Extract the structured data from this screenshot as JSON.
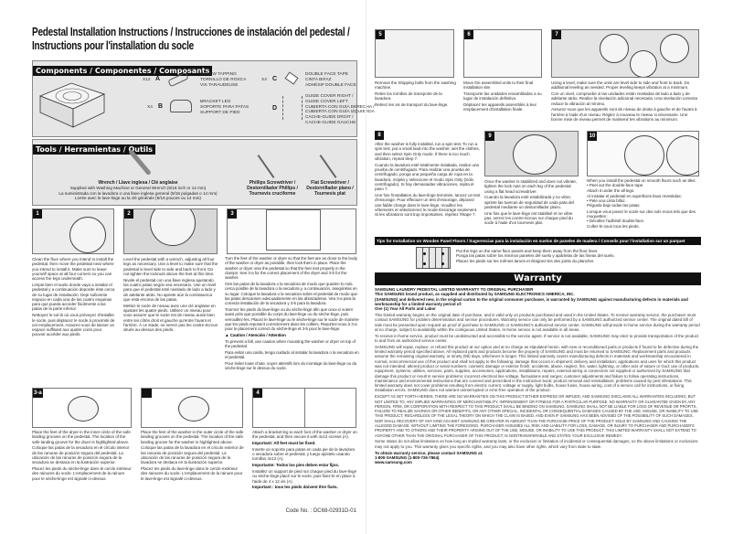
{
  "title": "Pedestal Installation Instructions / Instrucciones de instalación del pedestal / Instructions pour l'installation du socle",
  "components": {
    "header": "Components / Componentes / Composants",
    "items": [
      {
        "qty": "X12",
        "letter": "A",
        "lines": [
          "SCREW TAPPING",
          "TORNILLO DE ROSCA",
          "VIS TARAUDEUSE"
        ]
      },
      {
        "qty": "X4",
        "letter": "B",
        "lines": [
          "BRACKET LEG",
          "SOPORTE PARA PATAS",
          "SUPPORT DE PIED"
        ]
      },
      {
        "qty": "X4",
        "letter": "C",
        "lines": [
          "DOUBLE FACE TAPE",
          "CINTA BIFAZ",
          "ADHÉSIF DOUBLE FACE"
        ]
      },
      {
        "qty": "",
        "letter": "D",
        "lines": [
          "GUIDE COVER RIGHT /",
          "GUIDE COVER LEFT",
          "CUBIERTA CON GUÍA DERECHA /",
          "CUBIERTA CON GUÍA IZQUIERDA",
          "CACHE-GUIDE DROIT /",
          "CACHE-GUIDE GAUCHE"
        ]
      }
    ]
  },
  "tools": {
    "header": "Tools / Herramientas / Outils",
    "wrench": {
      "name": "Wrench / Llave inglesa / Clé anglaise",
      "lines": [
        "Supplied with Washing Machine or General Wrench (9/16 inch or 14 mm)",
        "La suministrada con la lavadora o una llave inglesa general (9/16 pulgadas o 14 mm)",
        "Livrée avec le lave-linge ou la clé générale (9/16 pouces ou 14 mm)"
      ]
    },
    "phillips": "Phillips Screwdriver / Destornillador Phillips / Tournevis cruciforme",
    "flat": "Flat Screwdriver / Destornillador plano / Tournevis plat"
  },
  "steps": {
    "s1": {
      "num": "1",
      "text": [
        "Clean the floor where you intend to install the pedestal, then move the pedestal near where you intend to install it. Make sure to leave yourself space at all four corners so you can access the legs underneath.",
        "Limpie bien el suelo donde vaya a instalar el pedestal y a continuación deposite éste cerca de su lugar de instalación. Deje suficiente espacio en cada una de las cuatro esquinas para que pueda acceder fácilmente a las patas de la parte inferior.",
        "Nettoyez le sol là où vous prévoyez d'installer le socle, puis déplacez le socle à proximité de cet emplacement. Assurez-vous de laisser un espace suffisant aux quatre coins pour pouvoir accéder aux pieds."
      ]
    },
    "s2": {
      "num": "2",
      "text": [
        "Level the pedestal with a wrench, adjusting all four legs as necessary. Use a level to make sure that the pedestal is level side to side and back to front. Do not tighten the locknuts above the feet at this time.",
        "Nivele el pedestal con una llave inglesa ajustando las cuatro patas según sea necesario. Use un nivel para que el pedestal esté nivelado de lado a lado y de adelante atrás. No apriete aún la contratuerca que está encima de las patas.",
        "Mettez le socle de niveau avec une clé anglaise en ajustant les quatre pieds. Utilisez un niveau pour vous assurer que le socle est de niveau aussi bien entre les côtés droit et gauche qu'entre l'avant et l'arrière. À ce stade, ne serrez pas les contre-écrous situés au-dessus des pieds."
      ]
    },
    "s3": {
      "num": "3",
      "text": [
        "Turn the feet of the washer or dryer so that the feet are as close to the body of the washer or dryer as possible, then lock them in place. Place the washer or dryer onto the pedestal so that the feet rest properly in the clamps. See 3-a for the correct placement of the dryer and 3-b for the washer.",
        "Gire las patas de la lavadora o la secadora de modo que queden lo más cerca posible de la lavadora o la secadora y, a continuación, asegúrelas en su lugar. Coloque la lavadora o la secadora sobre el pedestal de modo que las patas descansen adecuadamente en las abrazaderas. Vea 3-a para la correcta instalación de la secadora y 3-b para la lavadora.",
        "Tournez les pieds du lave-linge ou du sèche-linge afin que ceux-ci soient aussi près que possible du corps du lave-linge ou du sèche-linge, puis verrouillez-les. Placez le lave-linge ou le sèche-linge sur le socle de manière que les pieds reposent correctement dans les colliers. Reportez-vous à 3-a pour le placement correct du sèche-linge et 3-b pour le lave-linge."
      ],
      "caution_title": "Caution / Atención / Attention",
      "caution": [
        "To prevent a fall, use caution when mounting the washer or dryer on top of the pedestal.",
        "Para evitar una caída, tenga cuidado al instalar la lavadora o la secadora en el pedestal.",
        "Pour éviter toute chute, soyez attentifs lors du montage du lave-linge ou du sèche-linge sur le dessus du socle."
      ]
    },
    "s3a": {
      "num": "3-a",
      "text": [
        "Place the feet of the dryer in the inner circle of the safe landing grooves on the pedestal. The location of the safe landing groove for the dryer is highlighted above.",
        "Coloque las patas de la secadora en el círculo interior de las ranuras de posición segura del pedestal. La ubicación de las ranuras de posición segura de la secadora se destaca en la ilustración superior.",
        "Placez les pieds du sèche-linge dans le cercle intérieur des rainures du socle. L'emplacement de la rainure pour le sèche-linge est signalé ci-dessus."
      ]
    },
    "s3b": {
      "num": "3-b",
      "text": [
        "Place the feet of the washer in the outer circle of the safe landing grooves on the pedestal. The location of the safe landing groove for the washer is highlighted above.",
        "Coloque las patas de la lavadora en el círculo exterior de las ranuras de posición segura del pedestal. La ubicación de las ranuras de posición segura de la lavadora se destaca en la ilustración superior.",
        "Placez les pieds du lave-linge dans le cercle extérieur des rainures du socle. L'emplacement de la rainure pour le lave-linge est signalé ci-dessus."
      ]
    },
    "s4": {
      "num": "4",
      "text": [
        "Attach a bracket leg to each foot of the washer or dryer on the pedestal, and then secure it with 4x12 screws (A).",
        "Important: All feet must be fixed.",
        "Inserte un soporte para patas en cada pie de la lavadora o secadora sobre el pedestal, y luego ajústelo usando tornillos 4x12 (A).",
        "Importante: Todos los pies deben estar fijos.",
        "Installez un support de pied sur chaque pied du lave-linge ou sèche-linge placé sur le socle, puis fixez-le en place à l'aide de 4 x 12 vis (A).",
        "Important : tous les pieds doivent être fixés."
      ]
    },
    "s5": {
      "num": "5",
      "text": [
        "Remove the Shipping bolts from the washing machine.",
        "Retire los tornillos de transporte de la lavadora.",
        "Retirez les vis de transport du lave-linge."
      ]
    },
    "s6": {
      "num": "6",
      "text": [
        "Move the assembled units to their final installation site.",
        "Transporte las unidades ensambladas a su lugar de instalación definitivo.",
        "Déplacez les appareils assemblés à leur emplacement d'installation finale."
      ]
    },
    "s7": {
      "num": "7",
      "text": [
        "Using a level, make sure the units are level side to side and front to back. Do additional leveling as needed. Proper leveling keeps vibration at a minimum.",
        "Con un nivel, compruebe si las unidades están niveladas de lado a lado y de adelante atrás. Realice la nivelación adicional necesaria. Una nivelación correcta reduce la vibración al mínimo.",
        "Assurez-vous que les appareils sont de niveau de droite à gauche et de l'avant à l'arrière à l'aide d'un niveau. Réglez à nouveau le niveau si nécessaire. Une bonne mise de niveau permet de maintenir les vibrations au minimum."
      ]
    },
    "s8": {
      "num": "8",
      "text": [
        "After the washer is fully installed, run a spin test. To run a spin test, put a small load into the washer, wet the clothes, and then select Spin Only mode. If there is too much vibration, repeat Step 7.",
        "Cuando la lavadora esté totalmente instalada, realice una prueba de centrifugado. Para realizar una prueba de centrifugado, ponga una pequeña carga de ropa en la lavadora, mójela y seleccione el modo Spin Only (Sólo centrifugado). Si hay demasiadas vibraciones, repita el paso 7.",
        "Une fois l'installation du lave-linge terminée, lancez un test d'essorage. Pour effectuer un test d'essorage, déposez une faible charge dans le lave-linge, mouillez les vêtements et sélectionnez le mode Essorage seulement. Si les vibrations sont trop importantes, répétez l'étape 7."
      ]
    },
    "s9": {
      "num": "9",
      "text": [
        "Once the washer is stabilized and does not vibrate, tighten the lock nuts on each leg of the pedestal using a flat head screwdriver.",
        "Cuando la lavadora esté estabilizada y no vibre, apriete las tuercas de seguridad de cada pata del pedestal mediante un destornillador plano.",
        "Une fois que le lave-linge est stabilisé et ne vibre pas, serrez les contre-écrous sur chaque pied du socle à l'aide d'un tournevis plat."
      ]
    },
    "s10": {
      "num": "10",
      "text": [
        "When you install the pedestal on smooth floors such as tiles:",
        "• Peel out the double-face tape.",
        "   Attach it under the all legs.",
        "Al instalar el pedestal en superficies lisas revestidas:",
        "• Pele una cinta bifaz.",
        "   Péguela bajo todas las patas.",
        "Lorsque vous posez le socle sur des sols mous tels que des moquettes :",
        "• Décollez l'adhésif double-face.",
        "   Collez-le sous tous les pieds."
      ]
    }
  },
  "tips": {
    "header": "Tips for Installation on Wooden Panel Floors / Sugerencias para la instalación en suelos de paneles de madera / Conseils pour l'installation sur un parquet",
    "lines": [
      "Put the legs on the same floor panels and keep them away from the floor lines.",
      "Ponga las patas sobre los mismos paneles del suelo y apártelas de las líneas del suelo.",
      "Placez les pieds sur les mêmes lames et éloignez-les des joints du plancher."
    ]
  },
  "warranty": {
    "header": "Warranty",
    "bold": [
      "SAMSUNG LAUNDRY PEDESTAL LIMITED WARRANTY TO ORIGINAL PURCHASER",
      "This SAMSUNG brand product, as supplied and distributed by SAMSUNG ELECTRONICS AMERICA, INC.",
      "(SAMSUNG) and delivered new, in the original carton to the original consumer purchaser, is warranted by SAMSUNG against manufacturing defects in materials and workmanship for a limited warranty period of:",
      "One (1) Year All Parts and Labor"
    ],
    "paras": [
      "This limited warranty begins on the original date of purchase, and is valid only on products purchased and used in the United States. To receive warranty service, the purchaser must contact SAMSUNG for problem determination and service procedures. Warranty service can only be performed by a SAMSUNG authorized service center. The original dated bill of sale must be presented upon request as proof of purchase to SAMSUNG or SAMSUNG's authorized service center. SAMSUNG will provide in-home service during the warranty period at no charge, subject to availability within the contiguous United States. In-home service is not available in all areas.",
      "To receive in-home service, product must be unobstructed and accessible to the service agent. If service is not available, SAMSUNG may elect to provide transportation of the product to and from an authorized service center.",
      "SAMSUNG will repair, replace, or refund this product at our option and at no charge as stipulated herein, with new or reconditioned parts or products if found to be defective during the limited warranty period specified above. All replaced parts and products become the property of SAMSUNG and must be returned to SAMSUNG. Replacement parts and products assume the remaining original warranty, or ninety (90) days, whichever is longer. This limited warranty covers manufacturing defects in materials and workmanship encountered in normal, noncommercial use of this product and shall not apply to the following: damage that occurs in shipment; delivery and installation; applications and uses for which this product was not intended; altered product or serial numbers; cosmetic damage or exterior finish; accidents, abuse, neglect, fire, water, lightning, or other acts of nature or God; use of products, equipment, systems, utilities, services, parts, supplies, accessories, applications, installations, repairs, external wiring or connectors not supplied or authorized by SAMSUNG that damage this product or result in service problems; incorrect electrical line voltage, fluctuations and surges; customer adjustments and failure to follow operating instructions, maintenance and environmental instructions that are covered and prescribed in the instruction book; product removal and reinstallation; problems caused by pest infestations. This limited warranty does not cover problems resulting from electric current, voltage or supply, light bulbs, house fuses, house wiring, cost of a service call for instructions, or fixing installation errors. SAMSUNG does not warrant uninterrupted or error-free operation of the product.",
      "EXCEPT AS SET FORTH HEREIN, THERE ARE NO WARRANTIES ON THIS PRODUCT EITHER EXPRESS OR IMPLIED, AND SAMSUNG DISCLAIMS ALL WARRANTIES INCLUDING, BUT NOT LIMITED TO, ANY IMPLIED WARRANTIES OF MERCHANTABILITY, INFRINGEMENT OR FITNESS FOR A PARTICULAR PURPOSE. NO WARRANTY OR GUARANTEE GIVEN BY ANY PERSON, FIRM, OR CORPORATION WITH RESPECT TO THIS PRODUCT SHALL BE BINDING ON SAMSUNG. SAMSUNG SHALL NOT BE LIABLE FOR LOSS OF REVENUE OR PROFITS, FAILURE TO REALIZE SAVINGS OR OTHER BENEFITS, OR ANY OTHER SPECIAL, INCIDENTAL OR CONSEQUENTIAL DAMAGES CAUSED BY THE USE, MISUSE, OR INABILITY TO USE THIS PRODUCT, REGARDLESS OF THE LEGAL THEORY ON WHICH THE CLAIM IS BASED, AND EVEN IF SAMSUNG HAS BEEN ADVISED OF THE POSSIBILITY OF SUCH DAMAGES. NOR SHALL RECOVERY OF ANY KIND AGAINST SAMSUNG BE GREATER IN AMOUNT THAN THE PURCHASE PRICE OF THE PRODUCT SOLD BY SAMSUNG AND CAUSING THE ALLEGED DAMAGE. WITHOUT LIMITING THE FOREGOING, PURCHASER ASSUMES ALL RISK AND LIABILITY FOR LOSS, DAMAGE, OR INJURY TO PURCHASER AND PURCHASER'S PROPERTY AND TO OTHERS AND THEIR PROPERTY ARISING OUT OF THE USE, MISUSE, OR INABILITY TO USE THIS PRODUCT. THIS LIMITED WARRANTY SHALL NOT EXTEND TO ANYONE OTHER THAN THE ORIGINAL PURCHASER OF THIS PRODUCT, IS NONTRANSFERABLE AND STATES YOUR EXCLUSIVE REMEDY.",
      "Some states do not allow limitations on how long an implied warranty lasts, or the exclusion or limitation of incidental or consequential damages, so the above limitations or exclusions may not apply to you. This warranty gives you specific rights, and you may also have other rights, which vary from state to state."
    ],
    "contact": [
      "To obtain warranty service, please contact SAMSUNG at:",
      "1-800-SAMSUNG (1-800-726-7864)",
      "www.samsung.com"
    ]
  },
  "code_no": "Code No. : DC68-02931D-01"
}
